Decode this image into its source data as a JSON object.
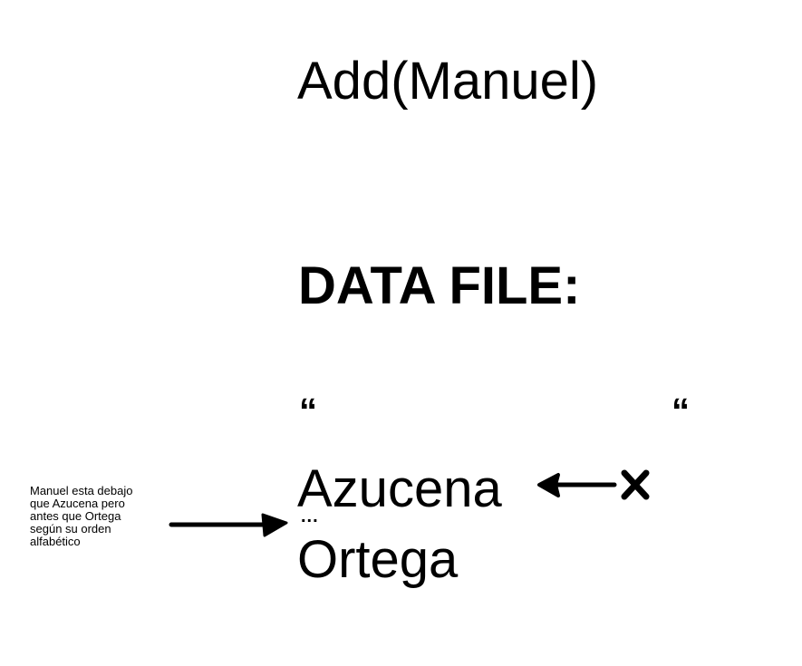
{
  "operation": "Add(Manuel)",
  "heading": "DATA FILE:",
  "open_quote": "“",
  "close_quote": "“",
  "records": [
    "Azucena",
    "Ortega"
  ],
  "ellipsis": "...",
  "note": "Manuel esta debajo\nque Azucena pero\nantes que Ortega\nsegún su orden\nalfabético",
  "marker": "×"
}
